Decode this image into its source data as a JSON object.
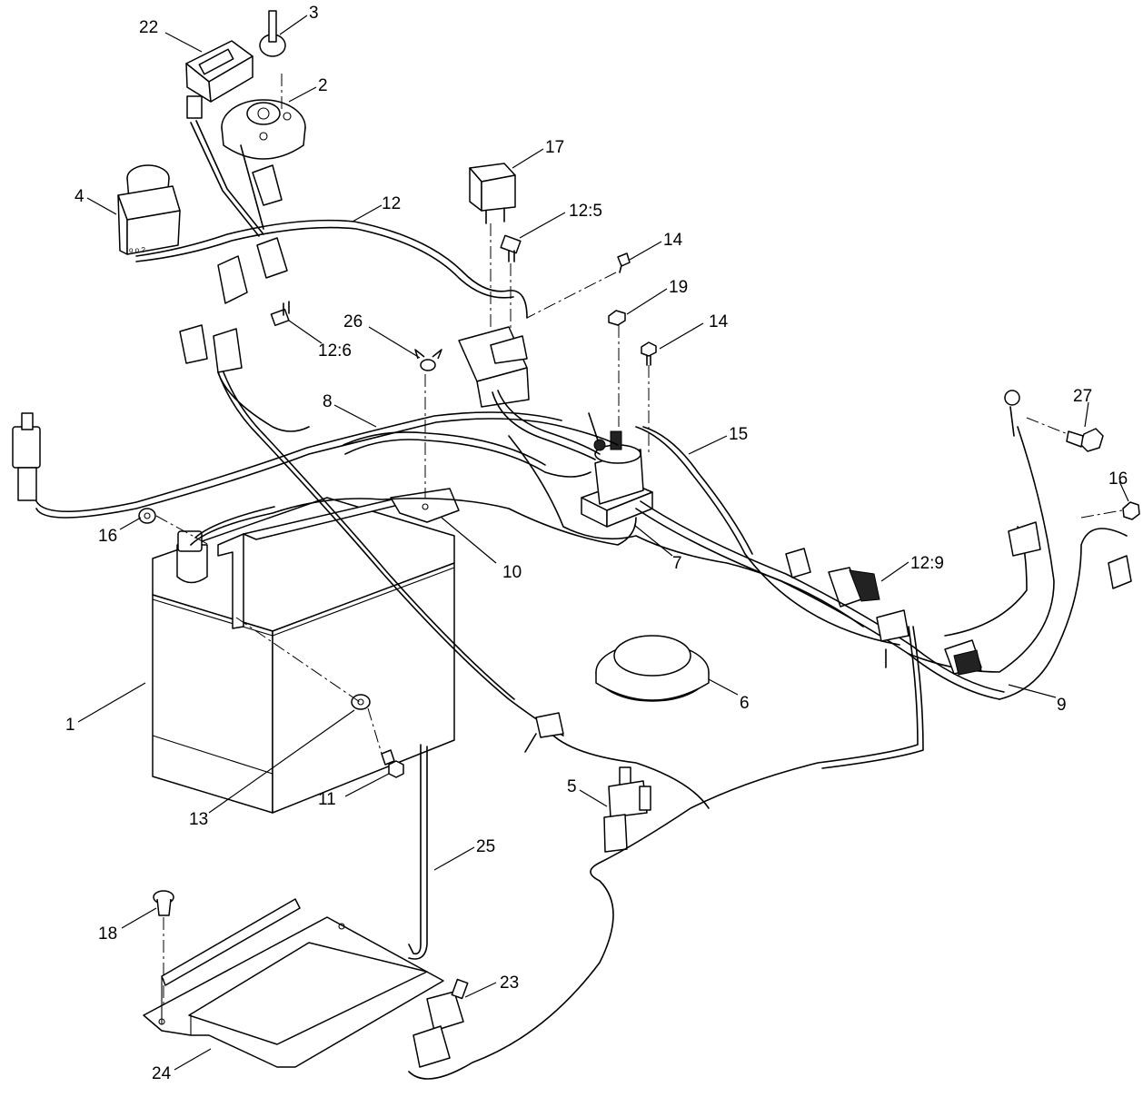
{
  "diagram": {
    "callouts": [
      {
        "id": "c22",
        "label": "22"
      },
      {
        "id": "c3",
        "label": "3"
      },
      {
        "id": "c2",
        "label": "2"
      },
      {
        "id": "c17",
        "label": "17"
      },
      {
        "id": "c4",
        "label": "4"
      },
      {
        "id": "c12",
        "label": "12"
      },
      {
        "id": "c12-5",
        "label": "12:5"
      },
      {
        "id": "c14a",
        "label": "14"
      },
      {
        "id": "c19",
        "label": "19"
      },
      {
        "id": "c14b",
        "label": "14"
      },
      {
        "id": "c26",
        "label": "26"
      },
      {
        "id": "c12-6",
        "label": "12:6"
      },
      {
        "id": "c8",
        "label": "8"
      },
      {
        "id": "c27",
        "label": "27"
      },
      {
        "id": "c15",
        "label": "15"
      },
      {
        "id": "c16a",
        "label": "16"
      },
      {
        "id": "c16b",
        "label": "16"
      },
      {
        "id": "c10",
        "label": "10"
      },
      {
        "id": "c7",
        "label": "7"
      },
      {
        "id": "c12-9",
        "label": "12:9"
      },
      {
        "id": "c1",
        "label": "1"
      },
      {
        "id": "c6",
        "label": "6"
      },
      {
        "id": "c9",
        "label": "9"
      },
      {
        "id": "c13",
        "label": "13"
      },
      {
        "id": "c11",
        "label": "11"
      },
      {
        "id": "c5",
        "label": "5"
      },
      {
        "id": "c25",
        "label": "25"
      },
      {
        "id": "c18",
        "label": "18"
      },
      {
        "id": "c23",
        "label": "23"
      },
      {
        "id": "c24",
        "label": "24"
      }
    ]
  }
}
